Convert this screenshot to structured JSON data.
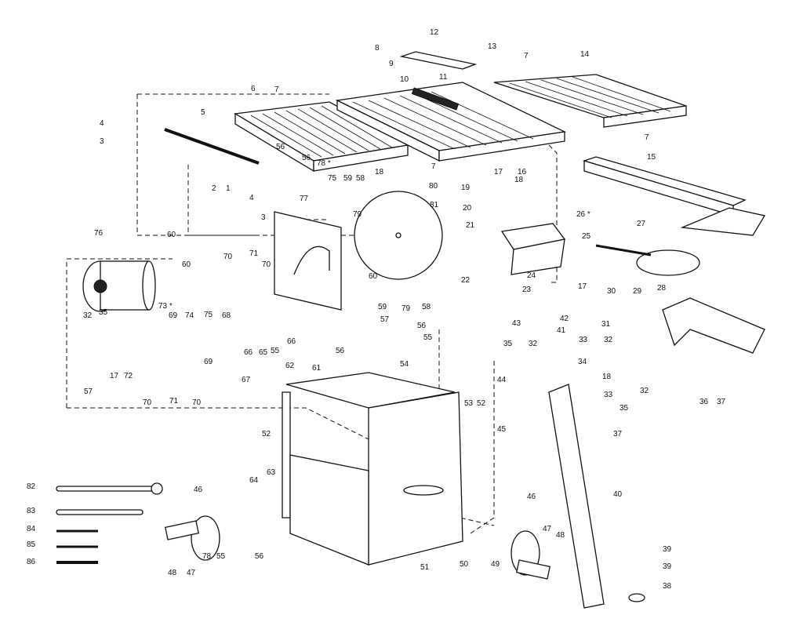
{
  "part_numbers": [
    "1",
    "2",
    "3",
    "4",
    "5",
    "6",
    "7",
    "8",
    "9",
    "10",
    "11",
    "12",
    "13",
    "14",
    "15",
    "16",
    "17",
    "18",
    "19",
    "20",
    "21",
    "22",
    "23",
    "24",
    "25",
    "26 *",
    "27",
    "28",
    "29",
    "30",
    "31",
    "32",
    "33",
    "34",
    "35",
    "36",
    "37",
    "38",
    "39",
    "40",
    "41",
    "42",
    "43",
    "44",
    "45",
    "46",
    "47",
    "48",
    "49",
    "50",
    "51",
    "52",
    "53",
    "54",
    "55",
    "56",
    "57",
    "58",
    "59",
    "60",
    "61",
    "62",
    "63",
    "64",
    "65",
    "66",
    "67",
    "68",
    "69",
    "70",
    "71",
    "72",
    "73 *",
    "74",
    "75",
    "76",
    "77",
    "78 *",
    "79",
    "80",
    "81",
    "82",
    "83",
    "84",
    "85",
    "86"
  ],
  "callouts": [
    {
      "id": "c12",
      "label": "12"
    },
    {
      "id": "c13",
      "label": "13"
    },
    {
      "id": "c8a",
      "label": "8"
    },
    {
      "id": "c7a",
      "label": "7"
    },
    {
      "id": "c14",
      "label": "14"
    },
    {
      "id": "c9",
      "label": "9"
    },
    {
      "id": "c10",
      "label": "10"
    },
    {
      "id": "c11",
      "label": "11"
    },
    {
      "id": "c7b",
      "label": "7"
    },
    {
      "id": "c6",
      "label": "6"
    },
    {
      "id": "c5",
      "label": "5"
    },
    {
      "id": "c4a",
      "label": "4"
    },
    {
      "id": "c3a",
      "label": "3"
    },
    {
      "id": "c7c",
      "label": "7"
    },
    {
      "id": "c15",
      "label": "15"
    },
    {
      "id": "c7d",
      "label": "7"
    },
    {
      "id": "c18a",
      "label": "18"
    },
    {
      "id": "c17a",
      "label": "17"
    },
    {
      "id": "c16",
      "label": "16"
    },
    {
      "id": "c18b",
      "label": "18"
    },
    {
      "id": "c56a",
      "label": "56"
    },
    {
      "id": "c56b",
      "label": "56"
    },
    {
      "id": "c78",
      "label": "78 *"
    },
    {
      "id": "c2",
      "label": "2"
    },
    {
      "id": "c1",
      "label": "1"
    },
    {
      "id": "c4b",
      "label": "4"
    },
    {
      "id": "c3b",
      "label": "3"
    },
    {
      "id": "c75a",
      "label": "75"
    },
    {
      "id": "c59a",
      "label": "59"
    },
    {
      "id": "c58a",
      "label": "58"
    },
    {
      "id": "c80",
      "label": "80"
    },
    {
      "id": "c19",
      "label": "19"
    },
    {
      "id": "c20",
      "label": "20"
    },
    {
      "id": "c81",
      "label": "81"
    },
    {
      "id": "c21",
      "label": "21"
    },
    {
      "id": "c26",
      "label": "26 *"
    },
    {
      "id": "c27",
      "label": "27"
    },
    {
      "id": "c25",
      "label": "25"
    },
    {
      "id": "c22",
      "label": "22"
    },
    {
      "id": "c24",
      "label": "24"
    },
    {
      "id": "c17b",
      "label": "17"
    },
    {
      "id": "c23",
      "label": "23"
    },
    {
      "id": "c77",
      "label": "77"
    },
    {
      "id": "c79a",
      "label": "79"
    },
    {
      "id": "c76",
      "label": "76"
    },
    {
      "id": "c60a",
      "label": "60"
    },
    {
      "id": "c70a",
      "label": "70"
    },
    {
      "id": "c71a",
      "label": "71"
    },
    {
      "id": "c70b",
      "label": "70"
    },
    {
      "id": "c60b",
      "label": "60"
    },
    {
      "id": "c75b",
      "label": "75"
    },
    {
      "id": "c68",
      "label": "68"
    },
    {
      "id": "c73",
      "label": "73 *"
    },
    {
      "id": "c74",
      "label": "74"
    },
    {
      "id": "c69a",
      "label": "69"
    },
    {
      "id": "c60c",
      "label": "60"
    },
    {
      "id": "c59b",
      "label": "59"
    },
    {
      "id": "c58b",
      "label": "58"
    },
    {
      "id": "c79b",
      "label": "79"
    },
    {
      "id": "c30",
      "label": "30"
    },
    {
      "id": "c29",
      "label": "29"
    },
    {
      "id": "c28",
      "label": "28"
    },
    {
      "id": "c32a",
      "label": "32"
    },
    {
      "id": "c35a",
      "label": "35"
    },
    {
      "id": "c57a",
      "label": "57"
    },
    {
      "id": "c56c",
      "label": "56"
    },
    {
      "id": "c55a",
      "label": "55"
    },
    {
      "id": "c43",
      "label": "43"
    },
    {
      "id": "c42",
      "label": "42"
    },
    {
      "id": "c41",
      "label": "41"
    },
    {
      "id": "c35b",
      "label": "35"
    },
    {
      "id": "c32b",
      "label": "32"
    },
    {
      "id": "c31",
      "label": "31"
    },
    {
      "id": "c33a",
      "label": "33"
    },
    {
      "id": "c32c",
      "label": "32"
    },
    {
      "id": "c34",
      "label": "34"
    },
    {
      "id": "c18c",
      "label": "18"
    },
    {
      "id": "c17c",
      "label": "17"
    },
    {
      "id": "c72",
      "label": "72"
    },
    {
      "id": "c57b",
      "label": "57"
    },
    {
      "id": "c66a",
      "label": "66"
    },
    {
      "id": "c65",
      "label": "65"
    },
    {
      "id": "c55b",
      "label": "55"
    },
    {
      "id": "c66b",
      "label": "66"
    },
    {
      "id": "c61",
      "label": "61"
    },
    {
      "id": "c56d",
      "label": "56"
    },
    {
      "id": "c54",
      "label": "54"
    },
    {
      "id": "c69b",
      "label": "69"
    },
    {
      "id": "c67",
      "label": "67"
    },
    {
      "id": "c70c",
      "label": "70"
    },
    {
      "id": "c71b",
      "label": "71"
    },
    {
      "id": "c70d",
      "label": "70"
    },
    {
      "id": "c44",
      "label": "44"
    },
    {
      "id": "c45",
      "label": "45"
    },
    {
      "id": "c32d",
      "label": "32"
    },
    {
      "id": "c33b",
      "label": "33"
    },
    {
      "id": "c35c",
      "label": "35"
    },
    {
      "id": "c36",
      "label": "36"
    },
    {
      "id": "c37a",
      "label": "37"
    },
    {
      "id": "c37b",
      "label": "37"
    },
    {
      "id": "c62",
      "label": "62"
    },
    {
      "id": "c53",
      "label": "53"
    },
    {
      "id": "c52a",
      "label": "52"
    },
    {
      "id": "c52b",
      "label": "52"
    },
    {
      "id": "c82",
      "label": "82"
    },
    {
      "id": "c83",
      "label": "83"
    },
    {
      "id": "c84",
      "label": "84"
    },
    {
      "id": "c85",
      "label": "85"
    },
    {
      "id": "c86",
      "label": "86"
    },
    {
      "id": "c46a",
      "label": "46"
    },
    {
      "id": "c64",
      "label": "64"
    },
    {
      "id": "c63",
      "label": "63"
    },
    {
      "id": "c40",
      "label": "40"
    },
    {
      "id": "c46b",
      "label": "46"
    },
    {
      "id": "c47a",
      "label": "47"
    },
    {
      "id": "c48a",
      "label": "48"
    },
    {
      "id": "c48b",
      "label": "48"
    },
    {
      "id": "c47b",
      "label": "47"
    },
    {
      "id": "c78b",
      "label": "78"
    },
    {
      "id": "c55c",
      "label": "55"
    },
    {
      "id": "c56e",
      "label": "56"
    },
    {
      "id": "c51",
      "label": "51"
    },
    {
      "id": "c50",
      "label": "50"
    },
    {
      "id": "c49",
      "label": "49"
    },
    {
      "id": "c39a",
      "label": "39"
    },
    {
      "id": "c39b",
      "label": "39"
    },
    {
      "id": "c38",
      "label": "38"
    }
  ]
}
